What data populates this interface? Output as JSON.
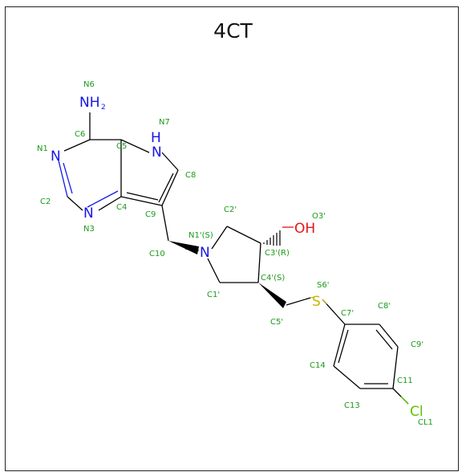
{
  "molecule_title": "4CT",
  "colors": {
    "bond": "#000000",
    "atom_label": "#1a9a1a",
    "nitrogen": "#1515e6",
    "oxygen": "#e61515",
    "sulfur": "#c8b400",
    "chlorine": "#5ec000"
  },
  "element_symbols": {
    "N_ring1": "N",
    "N_ring3": "N",
    "N_pyrrole": "N",
    "N_pyrrole_h": "H",
    "N_amine": "NH",
    "N_amine_sub": "2",
    "N_pyrrolidine": "N",
    "O_hydroxyl": "OH",
    "S_thioether": "S",
    "Cl": "Cl"
  },
  "atom_labels": {
    "N6": "N6",
    "N1": "N1",
    "C6": "C6",
    "C5": "C5",
    "N7": "N7",
    "C2": "C2",
    "C4": "C4",
    "N3": "N3",
    "C8": "C8",
    "C9": "C9",
    "C10": "C10",
    "N1p": "N1'(S)",
    "C2p": "C2'",
    "O3p": "O3'",
    "C3p": "C3'(R)",
    "C4p": "C4'(S)",
    "C1p": "C1'",
    "C5p": "C5'",
    "S6p": "S6'",
    "C7p": "C7'",
    "C8p": "C8'",
    "C9p": "C9'",
    "C14": "C14",
    "C11": "C11",
    "C13": "C13",
    "CL1": "CL1"
  }
}
